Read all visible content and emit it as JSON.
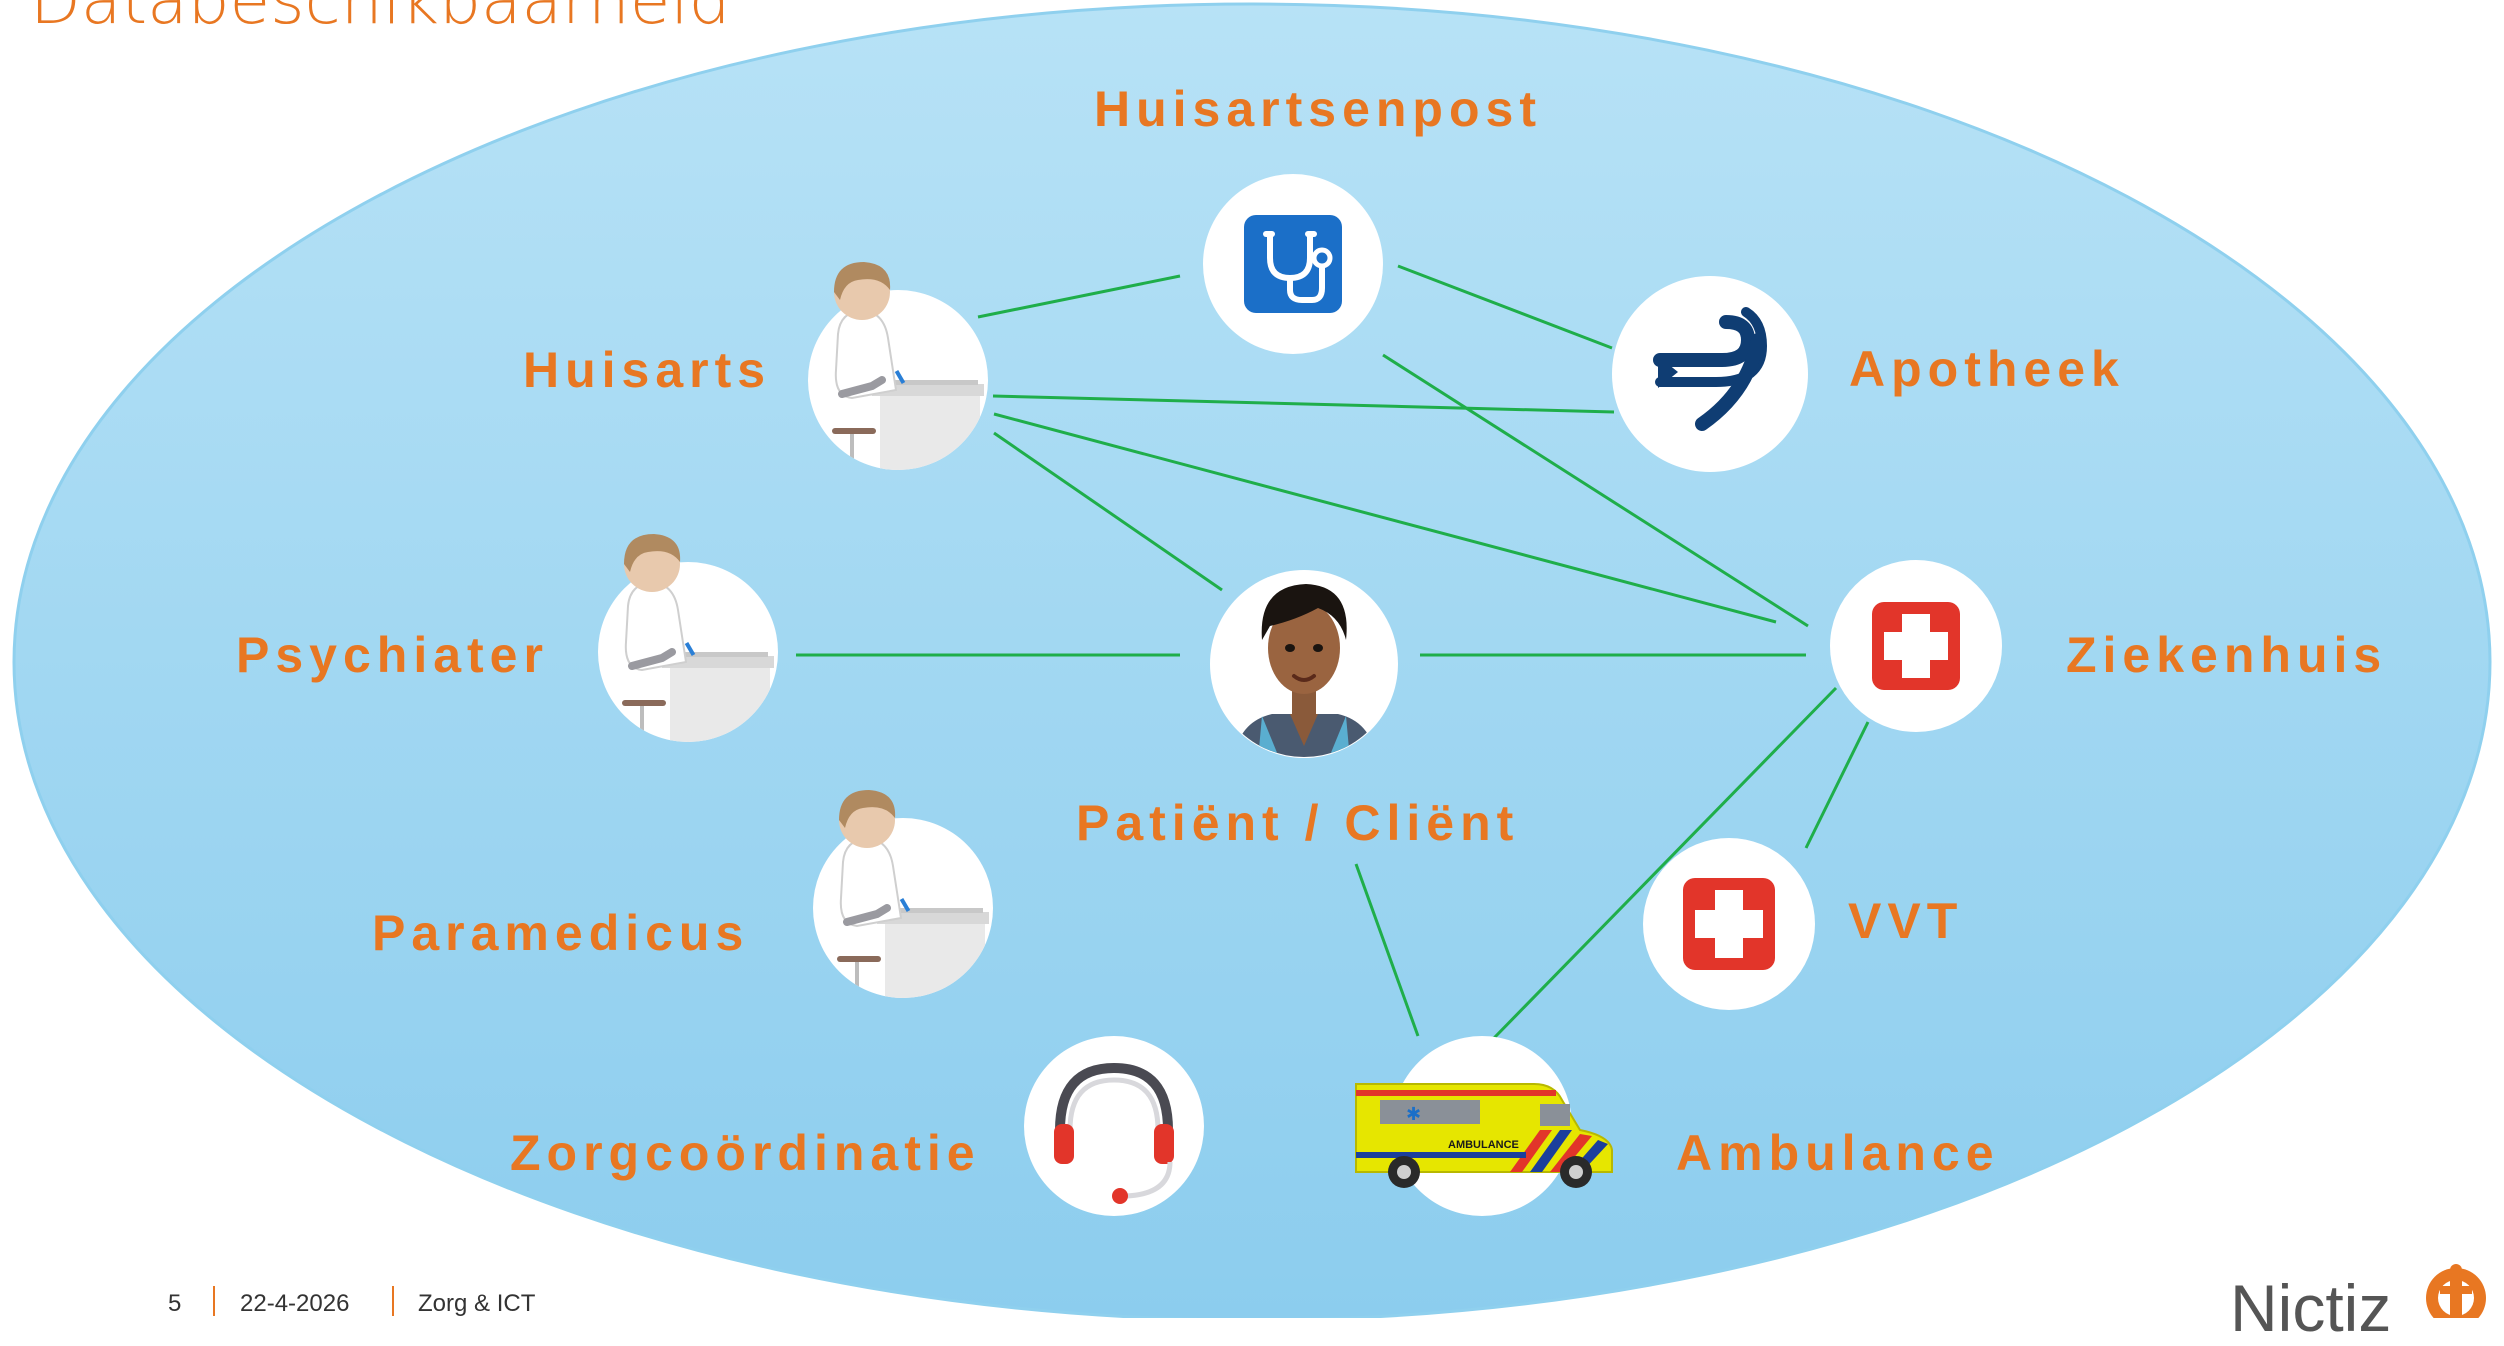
{
  "slide": {
    "title": "Databeschikbaarheid",
    "colors": {
      "accent": "#e87722",
      "link": "#1fae4a",
      "ellipse_top": "#b7e2f6",
      "ellipse_bottom": "#8dcdee"
    }
  },
  "nodes": {
    "huisartsenpost": {
      "label": "Huisartsenpost",
      "icon": "stethoscope-icon"
    },
    "huisarts": {
      "label": "Huisarts",
      "icon": "doctor-at-desk-icon"
    },
    "apotheek": {
      "label": "Apotheek",
      "icon": "pharmacy-serpent-icon"
    },
    "psychiater": {
      "label": "Psychiater",
      "icon": "doctor-at-desk-icon"
    },
    "patient": {
      "label": "Patiënt / Cliënt",
      "icon": "patient-avatar-icon"
    },
    "ziekenhuis": {
      "label": "Ziekenhuis",
      "icon": "red-cross-icon"
    },
    "paramedicus": {
      "label": "Paramedicus",
      "icon": "doctor-at-desk-icon"
    },
    "vvt": {
      "label": "VVT",
      "icon": "red-cross-icon"
    },
    "zorgcoordinatie": {
      "label": "Zorgcoördinatie",
      "icon": "headset-icon"
    },
    "ambulance": {
      "label": "Ambulance",
      "icon": "ambulance-icon",
      "vehicle_text": "AMBULANCE"
    }
  },
  "footer": {
    "page_number": "5",
    "date": "22-4-2026",
    "subject": "Zorg & ICT",
    "logo": "Nictiz"
  }
}
